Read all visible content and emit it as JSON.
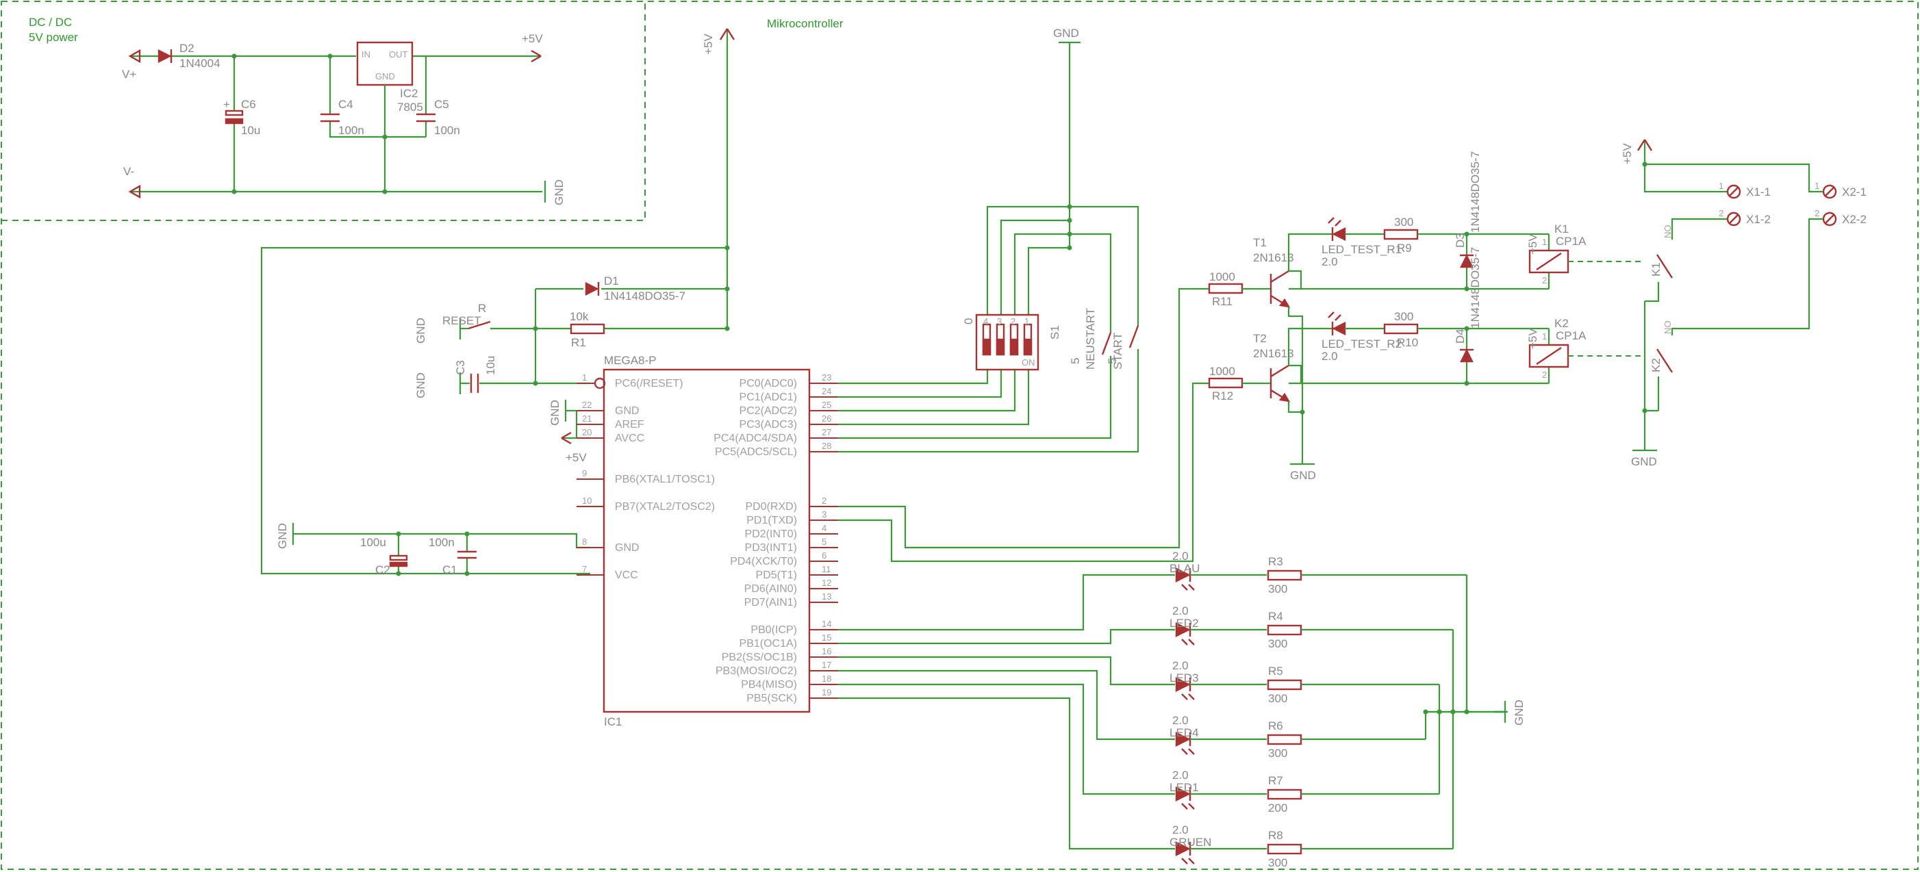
{
  "frames": {
    "power_title_line1": "DC / DC",
    "power_title_line2": "5V power",
    "mcu_title": "Mikrocontroller"
  },
  "power": {
    "vplus": "V+",
    "vminus": "V-",
    "plus5v": "+5V",
    "gnd": "GND",
    "d2_name": "D2",
    "d2_value": "1N4004",
    "c6_name": "C6",
    "c6_value": "10u",
    "c4_name": "C4",
    "c4_value": "100n",
    "c5_name": "C5",
    "c5_value": "100n",
    "ic2_name": "IC2",
    "ic2_value": "7805",
    "ic2_in": "IN",
    "ic2_out": "OUT",
    "ic2_gnd": "GND",
    "polarity": "+"
  },
  "mcu": {
    "plus5v_top": "+5V",
    "plus5v_avcc": "+5V",
    "d1_name": "D1",
    "d1_value": "1N4148DO35-7",
    "reset_label": "RESET",
    "reset_r": "R",
    "r1_value": "10k",
    "r1_name": "R1",
    "c3_name": "C3",
    "c3_value": "10u",
    "gnd": "GND",
    "c2_value": "100u",
    "c2_name": "C2",
    "c1_value": "100n",
    "c1_name": "C1",
    "ic1_value": "MEGA8-P",
    "ic1_name": "IC1",
    "left_pins": [
      {
        "name": "PC6(/RESET)",
        "num": "1"
      },
      {
        "name": "GND",
        "num": "22"
      },
      {
        "name": "AREF",
        "num": "21"
      },
      {
        "name": "AVCC",
        "num": "20"
      },
      {
        "name": "PB6(XTAL1/TOSC1)",
        "num": "9"
      },
      {
        "name": "PB7(XTAL2/TOSC2)",
        "num": "10"
      },
      {
        "name": "GND",
        "num": "8"
      },
      {
        "name": "VCC",
        "num": "7"
      }
    ],
    "right_pins": [
      {
        "name": "PC0(ADC0)",
        "num": "23"
      },
      {
        "name": "PC1(ADC1)",
        "num": "24"
      },
      {
        "name": "PC2(ADC2)",
        "num": "25"
      },
      {
        "name": "PC3(ADC3)",
        "num": "26"
      },
      {
        "name": "PC4(ADC4/SDA)",
        "num": "27"
      },
      {
        "name": "PC5(ADC5/SCL)",
        "num": "28"
      },
      {
        "name": "PD0(RXD)",
        "num": "2"
      },
      {
        "name": "PD1(TXD)",
        "num": "3"
      },
      {
        "name": "PD2(INT0)",
        "num": "4"
      },
      {
        "name": "PD3(INT1)",
        "num": "5"
      },
      {
        "name": "PD4(XCK/T0)",
        "num": "6"
      },
      {
        "name": "PD5(T1)",
        "num": "11"
      },
      {
        "name": "PD6(AIN0)",
        "num": "12"
      },
      {
        "name": "PD7(AIN1)",
        "num": "13"
      },
      {
        "name": "PB0(ICP)",
        "num": "14"
      },
      {
        "name": "PB1(OC1A)",
        "num": "15"
      },
      {
        "name": "PB2(SS/OC1B)",
        "num": "16"
      },
      {
        "name": "PB3(MOSI/OC2)",
        "num": "17"
      },
      {
        "name": "PB4(MISO)",
        "num": "18"
      },
      {
        "name": "PB5(SCK)",
        "num": "19"
      }
    ]
  },
  "dip": {
    "gnd": "GND",
    "s1": "S1",
    "zero": "0",
    "on": "ON",
    "nums": [
      "4",
      "3",
      "2",
      "1"
    ],
    "neustart": "NEUSTART",
    "start": "START",
    "n1": "5",
    "n2": "5"
  },
  "drivers": {
    "t1_name": "T1",
    "t1_type": "2N1613",
    "t2_name": "T2",
    "t2_type": "2N1613",
    "r11_value": "1000",
    "r11_name": "R11",
    "r12_value": "1000",
    "r12_name": "R12",
    "led_test_r1": "LED_TEST_R1",
    "led_test_r2": "LED_TEST_R2",
    "led_val1": "2.0",
    "led_val2": "2.0",
    "r9_value": "300",
    "r9_name": "R9",
    "r10_value": "300",
    "r10_name": "R10",
    "d3_name": "D3",
    "d3_value": "1N4148DO35-7",
    "d4_name": "D4",
    "d4_value": "1N4148DO35-7",
    "plus5v_1": "+5V",
    "plus5v_2": "+5V",
    "k1": "K1",
    "k2": "K2",
    "cp1a_1": "CP1A",
    "cp1a_2": "CP1A",
    "gnd": "GND",
    "coil_p1": "1",
    "coil_p2": "2"
  },
  "output": {
    "plus5v": "+5V",
    "x1_1": "X1-1",
    "x1_2": "X1-2",
    "x2_1": "X2-1",
    "x2_2": "X2-2",
    "k1": "K1",
    "k2": "K2",
    "no": "NO",
    "gnd": "GND",
    "pin1": "1",
    "pin2": "2"
  },
  "leds": {
    "gnd": "GND",
    "rows": [
      {
        "val": "2.0",
        "led": "BLAU",
        "r": "R3",
        "rv": "300"
      },
      {
        "val": "2.0",
        "led": "LED2",
        "r": "R4",
        "rv": "300"
      },
      {
        "val": "2.0",
        "led": "LED3",
        "r": "R5",
        "rv": "300"
      },
      {
        "val": "2.0",
        "led": "LED4",
        "r": "R6",
        "rv": "300"
      },
      {
        "val": "2.0",
        "led": "LED1",
        "r": "R7",
        "rv": "200"
      },
      {
        "val": "2.0",
        "led": "GRUEN",
        "r": "R8",
        "rv": "300"
      }
    ]
  }
}
